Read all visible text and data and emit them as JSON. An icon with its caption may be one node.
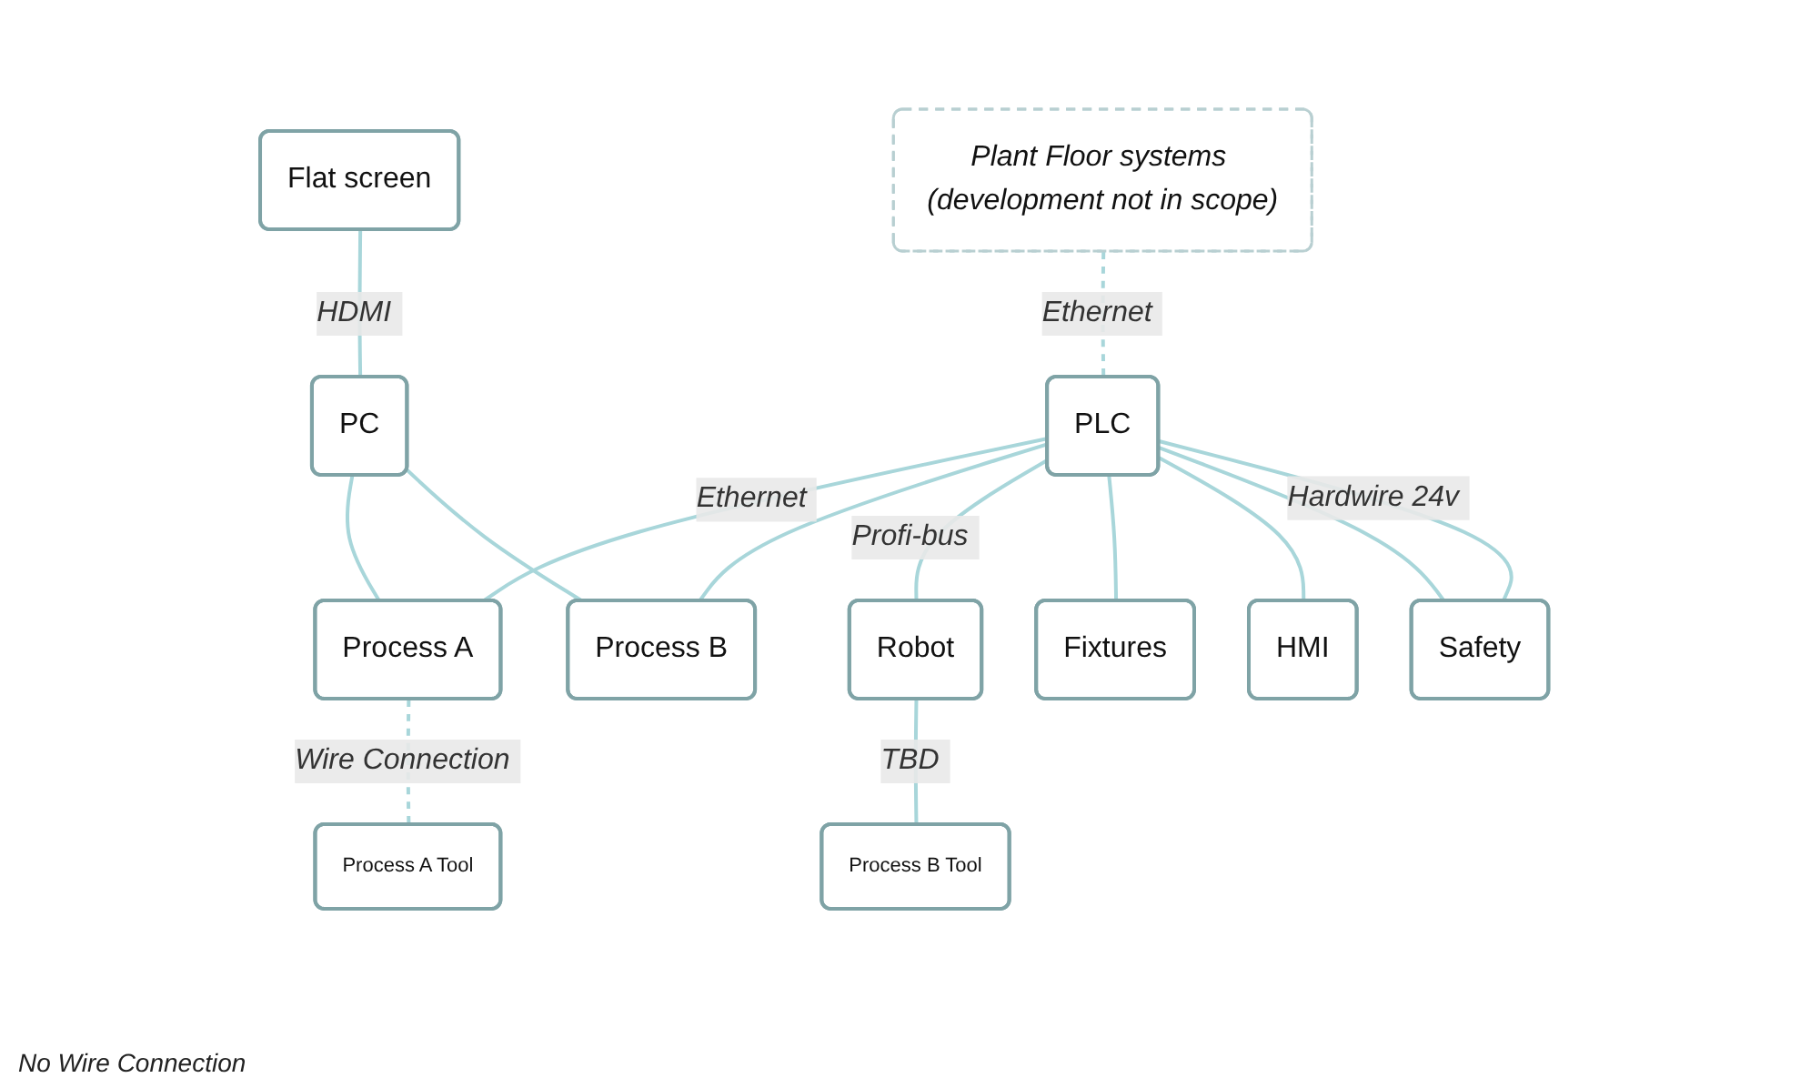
{
  "diagram": {
    "nodes": [
      {
        "text": [
          "Plant Floor systems (development not in scope)"
        ]
      },
      {
        "text": [
          "Flat screen"
        ]
      },
      {
        "text": [
          "PC"
        ]
      },
      {
        "text": [
          "PLC"
        ]
      },
      {
        "text": [
          "Process A"
        ]
      },
      {
        "text": [
          "Process B"
        ]
      },
      {
        "text": [
          "Robot"
        ]
      },
      {
        "text": [
          "HMI"
        ]
      },
      {
        "text": [
          "Safety"
        ]
      },
      {
        "text": [
          "Process A Tool"
        ]
      },
      {
        "text": [
          "Process B Tool"
        ]
      },
      {
        "text": [
          "Fixtures"
        ]
      }
    ],
    "edges": [
      {
        "from": 0,
        "to": 3,
        "arrow": "none",
        "label": "Ethernet",
        "style": "dashed"
      },
      {
        "from": 1,
        "to": 2,
        "arrow": "none",
        "label": "HDMI"
      },
      {
        "from": 3,
        "to": 4,
        "arrow": "none",
        "label": "Ethernet"
      },
      {
        "from": 3,
        "to": 5,
        "arrow": "none"
      },
      {
        "from": 2,
        "to": 4,
        "arrow": "none"
      },
      {
        "from": 2,
        "to": 5,
        "arrow": "none"
      },
      {
        "from": 3,
        "to": 6,
        "arrow": "none",
        "label": "Profi-bus"
      },
      {
        "from": 3,
        "to": 11,
        "arrow": "none"
      },
      {
        "from": 3,
        "to": 7,
        "arrow": "none"
      },
      {
        "from": 3,
        "to": 8,
        "arrow": "none"
      },
      {
        "from": 3,
        "to": 8,
        "arrow": "none",
        "label": "Hardwire 24v"
      },
      {
        "from": 4,
        "to": 9,
        "arrow": "none",
        "label": "Wire Connection",
        "style": "dashed"
      },
      {
        "from": 6,
        "to": 10,
        "arrow": "none",
        "label": "TBD"
      }
    ],
    "labels": [
      "No Wire Connection"
    ]
  }
}
